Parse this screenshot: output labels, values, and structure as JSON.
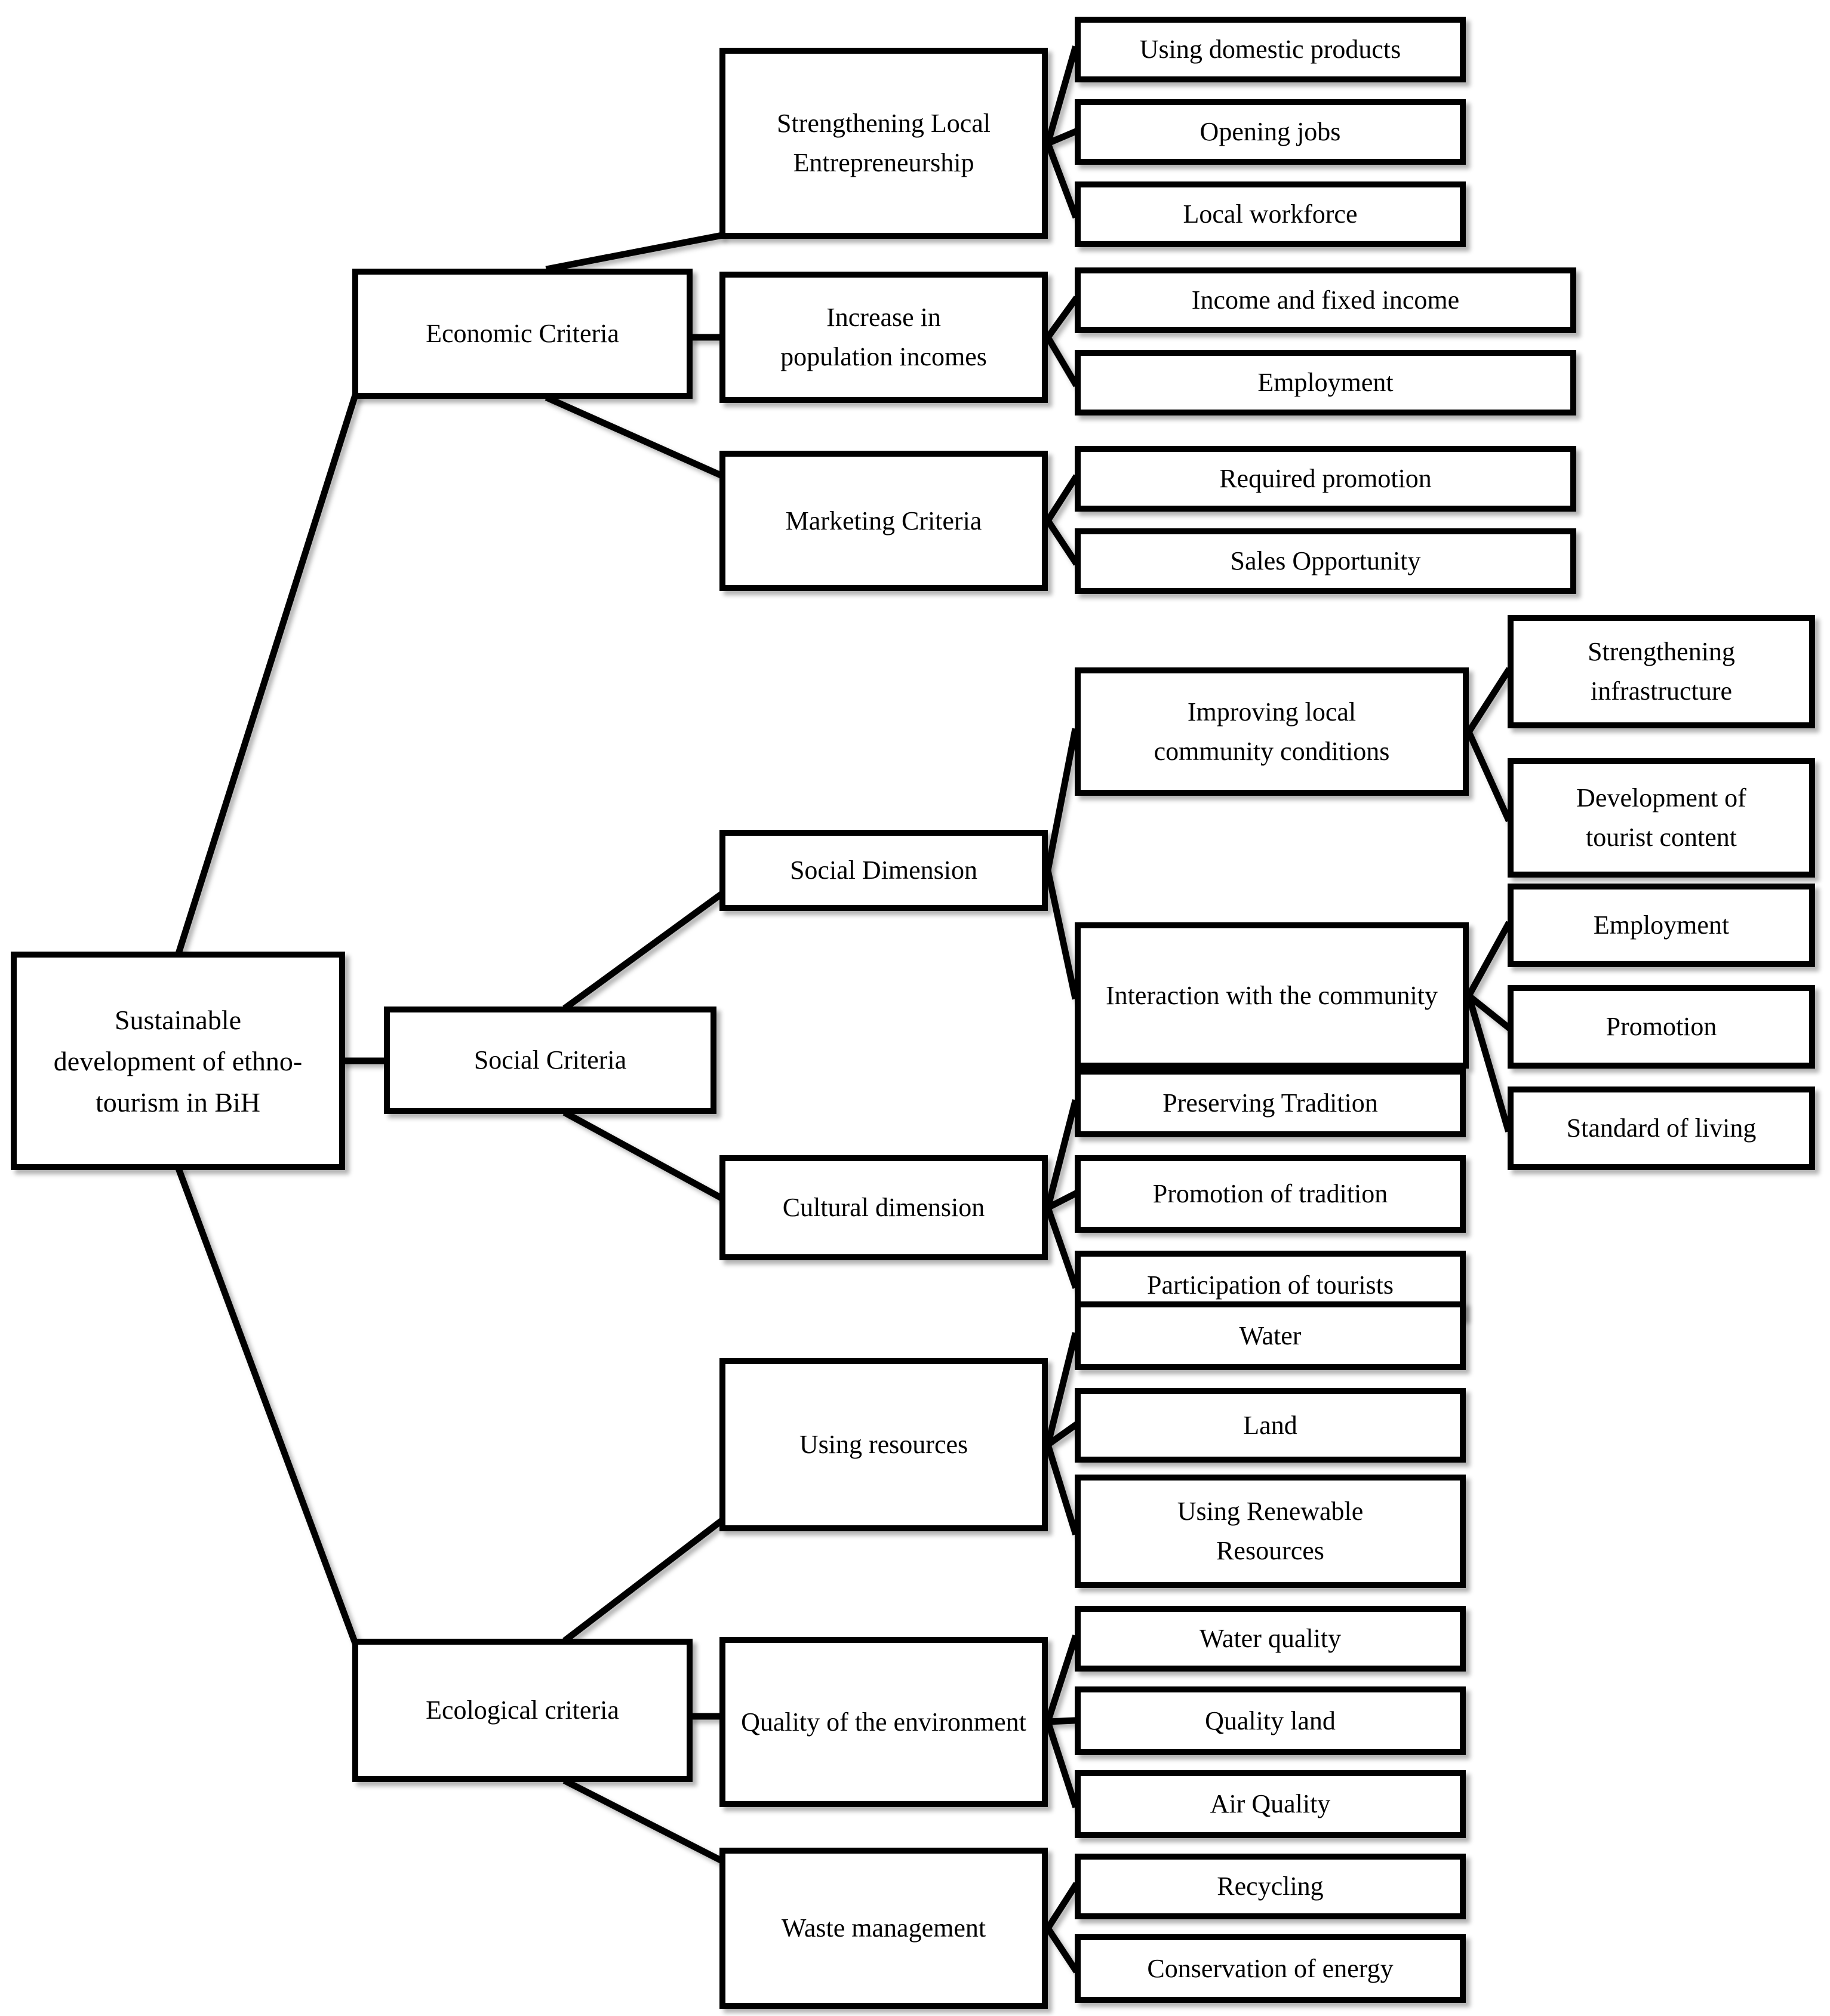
{
  "diagram": {
    "background_color": "#ffffff",
    "box_fill_color": "#ffffff",
    "box_border_color": "#000000",
    "line_color": "#000000",
    "text_color": "#000000"
  },
  "nodes": [
    {
      "id": "root",
      "label": "Sustainable development of ethno-tourism in BiH",
      "parent": null,
      "level": 0
    },
    {
      "id": "economic_criteria",
      "label": "Economic Criteria",
      "parent": "root",
      "level": 1
    },
    {
      "id": "strengthening_local",
      "label": "Strengthening Local Entrepreneurship",
      "parent": "economic_criteria",
      "level": 2
    },
    {
      "id": "using_domestic",
      "label": "Using domestic products",
      "parent": "strengthening_local",
      "level": 3
    },
    {
      "id": "opening_jobs",
      "label": "Opening jobs",
      "parent": "strengthening_local",
      "level": 3
    },
    {
      "id": "local_workforce",
      "label": "Local workforce",
      "parent": "strengthening_local",
      "level": 3
    },
    {
      "id": "increase_incomes",
      "label": "Increase in population incomes",
      "parent": "economic_criteria",
      "level": 2
    },
    {
      "id": "income_fixed",
      "label": "Income and fixed income",
      "parent": "increase_incomes",
      "level": 3
    },
    {
      "id": "employment_econ",
      "label": "Employment",
      "parent": "increase_incomes",
      "level": 3
    },
    {
      "id": "marketing_criteria",
      "label": "Marketing Criteria",
      "parent": "economic_criteria",
      "level": 2
    },
    {
      "id": "required_promotion",
      "label": "Required promotion",
      "parent": "marketing_criteria",
      "level": 3
    },
    {
      "id": "sales_opportunity",
      "label": "Sales Opportunity",
      "parent": "marketing_criteria",
      "level": 3
    },
    {
      "id": "social_criteria",
      "label": "Social Criteria",
      "parent": "root",
      "level": 1
    },
    {
      "id": "social_dimension",
      "label": "Social Dimension",
      "parent": "social_criteria",
      "level": 2
    },
    {
      "id": "improving_local",
      "label": "Improving local community conditions",
      "parent": "social_dimension",
      "level": 3
    },
    {
      "id": "strengthening_infra",
      "label": "Strengthening infrastructure",
      "parent": "improving_local",
      "level": 4
    },
    {
      "id": "development_tourist",
      "label": "Development of tourist content",
      "parent": "improving_local",
      "level": 4
    },
    {
      "id": "interaction_community",
      "label": "Interaction with the community",
      "parent": "social_dimension",
      "level": 3
    },
    {
      "id": "employment_social",
      "label": "Employment",
      "parent": "interaction_community",
      "level": 4
    },
    {
      "id": "promotion_social",
      "label": "Promotion",
      "parent": "interaction_community",
      "level": 4
    },
    {
      "id": "standard_living",
      "label": "Standard of living",
      "parent": "interaction_community",
      "level": 4
    },
    {
      "id": "cultural_dimension",
      "label": "Cultural dimension",
      "parent": "social_criteria",
      "level": 2
    },
    {
      "id": "preserving_tradition",
      "label": "Preserving Tradition",
      "parent": "cultural_dimension",
      "level": 3
    },
    {
      "id": "promotion_tradition",
      "label": "Promotion of tradition",
      "parent": "cultural_dimension",
      "level": 3
    },
    {
      "id": "participation_tourists",
      "label": "Participation of tourists",
      "parent": "cultural_dimension",
      "level": 3
    },
    {
      "id": "ecological_criteria",
      "label": "Ecological criteria",
      "parent": "root",
      "level": 1
    },
    {
      "id": "using_resources",
      "label": "Using resources",
      "parent": "ecological_criteria",
      "level": 2
    },
    {
      "id": "water",
      "label": "Water",
      "parent": "using_resources",
      "level": 3
    },
    {
      "id": "land",
      "label": "Land",
      "parent": "using_resources",
      "level": 3
    },
    {
      "id": "using_renewable",
      "label": "Using Renewable Resources",
      "parent": "using_resources",
      "level": 3
    },
    {
      "id": "quality_environment",
      "label": "Quality of the environment",
      "parent": "ecological_criteria",
      "level": 2
    },
    {
      "id": "water_quality",
      "label": "Water quality",
      "parent": "quality_environment",
      "level": 3
    },
    {
      "id": "quality_land",
      "label": "Quality land",
      "parent": "quality_environment",
      "level": 3
    },
    {
      "id": "air_quality",
      "label": "Air Quality",
      "parent": "quality_environment",
      "level": 3
    },
    {
      "id": "waste_management",
      "label": "Waste management",
      "parent": "ecological_criteria",
      "level": 2
    },
    {
      "id": "recycling",
      "label": "Recycling",
      "parent": "waste_management",
      "level": 3
    },
    {
      "id": "conservation_energy",
      "label": "Conservation of energy",
      "parent": "waste_management",
      "level": 3
    }
  ]
}
